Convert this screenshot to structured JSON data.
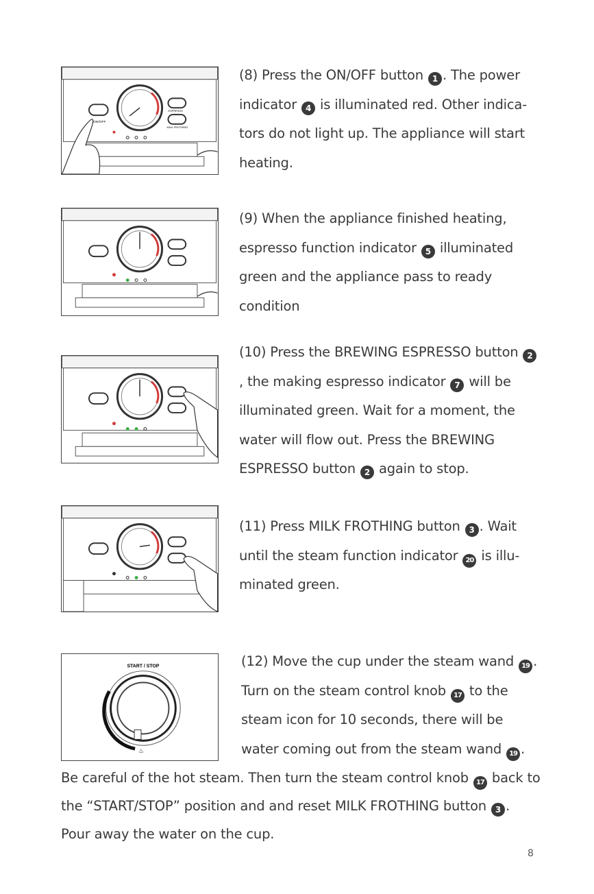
{
  "machine_labels": {
    "onoff": "ON/OFF",
    "espresso": "ESPRESSO",
    "milk_frothing": "MILK FROTHING"
  },
  "knob_label": "START / STOP",
  "steps": [
    {
      "parts": [
        "(8) Press the ON/OFF button ",
        "1",
        ". The power indicator ",
        "4",
        " is illuminated red. Other indica-tors do not light up. The appliance will start heating."
      ]
    },
    {
      "parts": [
        "(9) When the appliance finished heating, espresso function indicator ",
        "5",
        " illuminated green and the appliance pass to ready condition"
      ]
    },
    {
      "parts": [
        "(10) Press the BREWING ESPRESSO button ",
        "2",
        ", the making espresso indicator ",
        "7",
        " will be illuminated green. Wait for a moment, the water will flow out. Press the BREWING ESPRESSO button ",
        "2",
        " again to stop."
      ]
    },
    {
      "parts": [
        "(11) Press MILK FROTHING button ",
        "3",
        ". Wait until the steam function indicator ",
        "20",
        " is illu-minated green."
      ]
    },
    {
      "parts": [
        "(12) Move the cup under the steam wand ",
        "19",
        ". Turn on the steam control knob ",
        "17",
        " to the steam icon for 10 seconds, there will be water coming out from the steam wand ",
        "19",
        "."
      ]
    }
  ],
  "continuation": {
    "parts": [
      "Be careful of the hot steam. Then turn the steam control knob ",
      "17",
      " back to the “START/STOP” position and and reset MILK FROTHING button ",
      "3",
      ". Pour away the water on the cup."
    ]
  },
  "page_number": "8",
  "colors": {
    "text": "#3a3a3a",
    "red_indicator": "#d23a3a",
    "green_indicator": "#3fae49",
    "line": "#444444"
  }
}
